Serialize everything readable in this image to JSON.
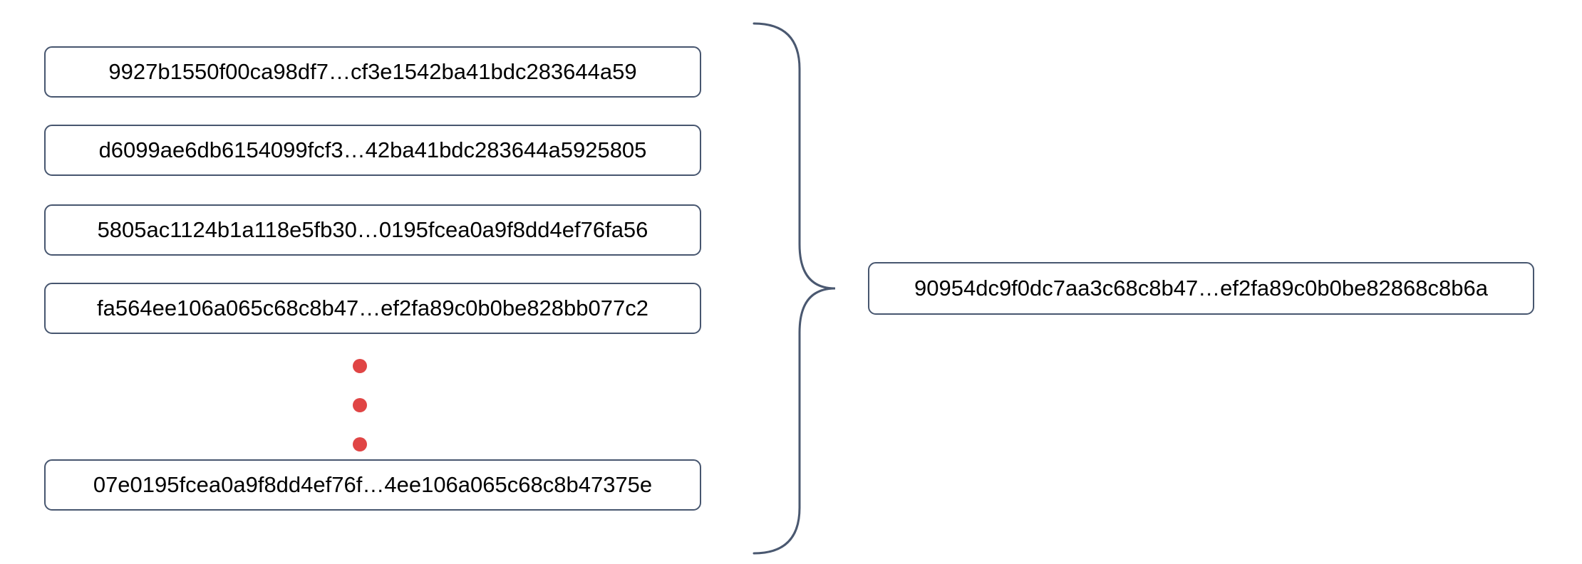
{
  "diagram": {
    "description": "Multiple hash values combined into a single hash value",
    "input_hashes": [
      "9927b1550f00ca98df7…cf3e1542ba41bdc283644a59",
      "d6099ae6db6154099fcf3…42ba41bdc283644a5925805",
      "5805ac1124b1a118e5fb30…0195fcea0a9f8dd4ef76fa56",
      "fa564ee106a065c68c8b47…ef2fa89c0b0be828bb077c2",
      "07e0195fcea0a9f8dd4ef76f…4ee106a065c68c8b47375e"
    ],
    "output_hash": "90954dc9f0dc7aa3c68c8b47…ef2fa89c0b0be82868c8b6a",
    "ellipsis_dot_count": 3
  },
  "colors": {
    "border": "#47566F",
    "brace": "#4A5870",
    "dot": "#E04545",
    "text": "#000000",
    "background": "#FFFFFF"
  }
}
